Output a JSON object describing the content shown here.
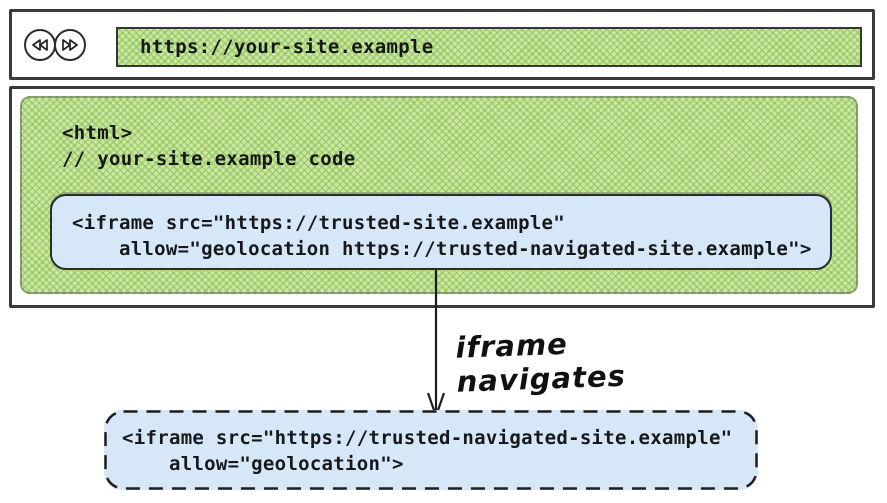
{
  "colors": {
    "page_fill_green": "#b5d98c",
    "iframe_fill_blue": "#d6e7f8",
    "stroke_dark": "#2a2a2a"
  },
  "browser": {
    "url": "https://your-site.example",
    "back_icon": "rewind-icon",
    "forward_icon": "fast-forward-icon"
  },
  "page_code": {
    "lines": [
      "<html>",
      "// your-site.example code"
    ]
  },
  "iframe_box": {
    "lines": [
      "<iframe src=\"https://trusted-site.example\"",
      "    allow=\"geolocation https://trusted-navigated-site.example\">"
    ]
  },
  "arrow": {
    "label": "iframe navigates"
  },
  "navigated_iframe_box": {
    "lines": [
      "<iframe src=\"https://trusted-navigated-site.example\"",
      "    allow=\"geolocation\">"
    ]
  }
}
